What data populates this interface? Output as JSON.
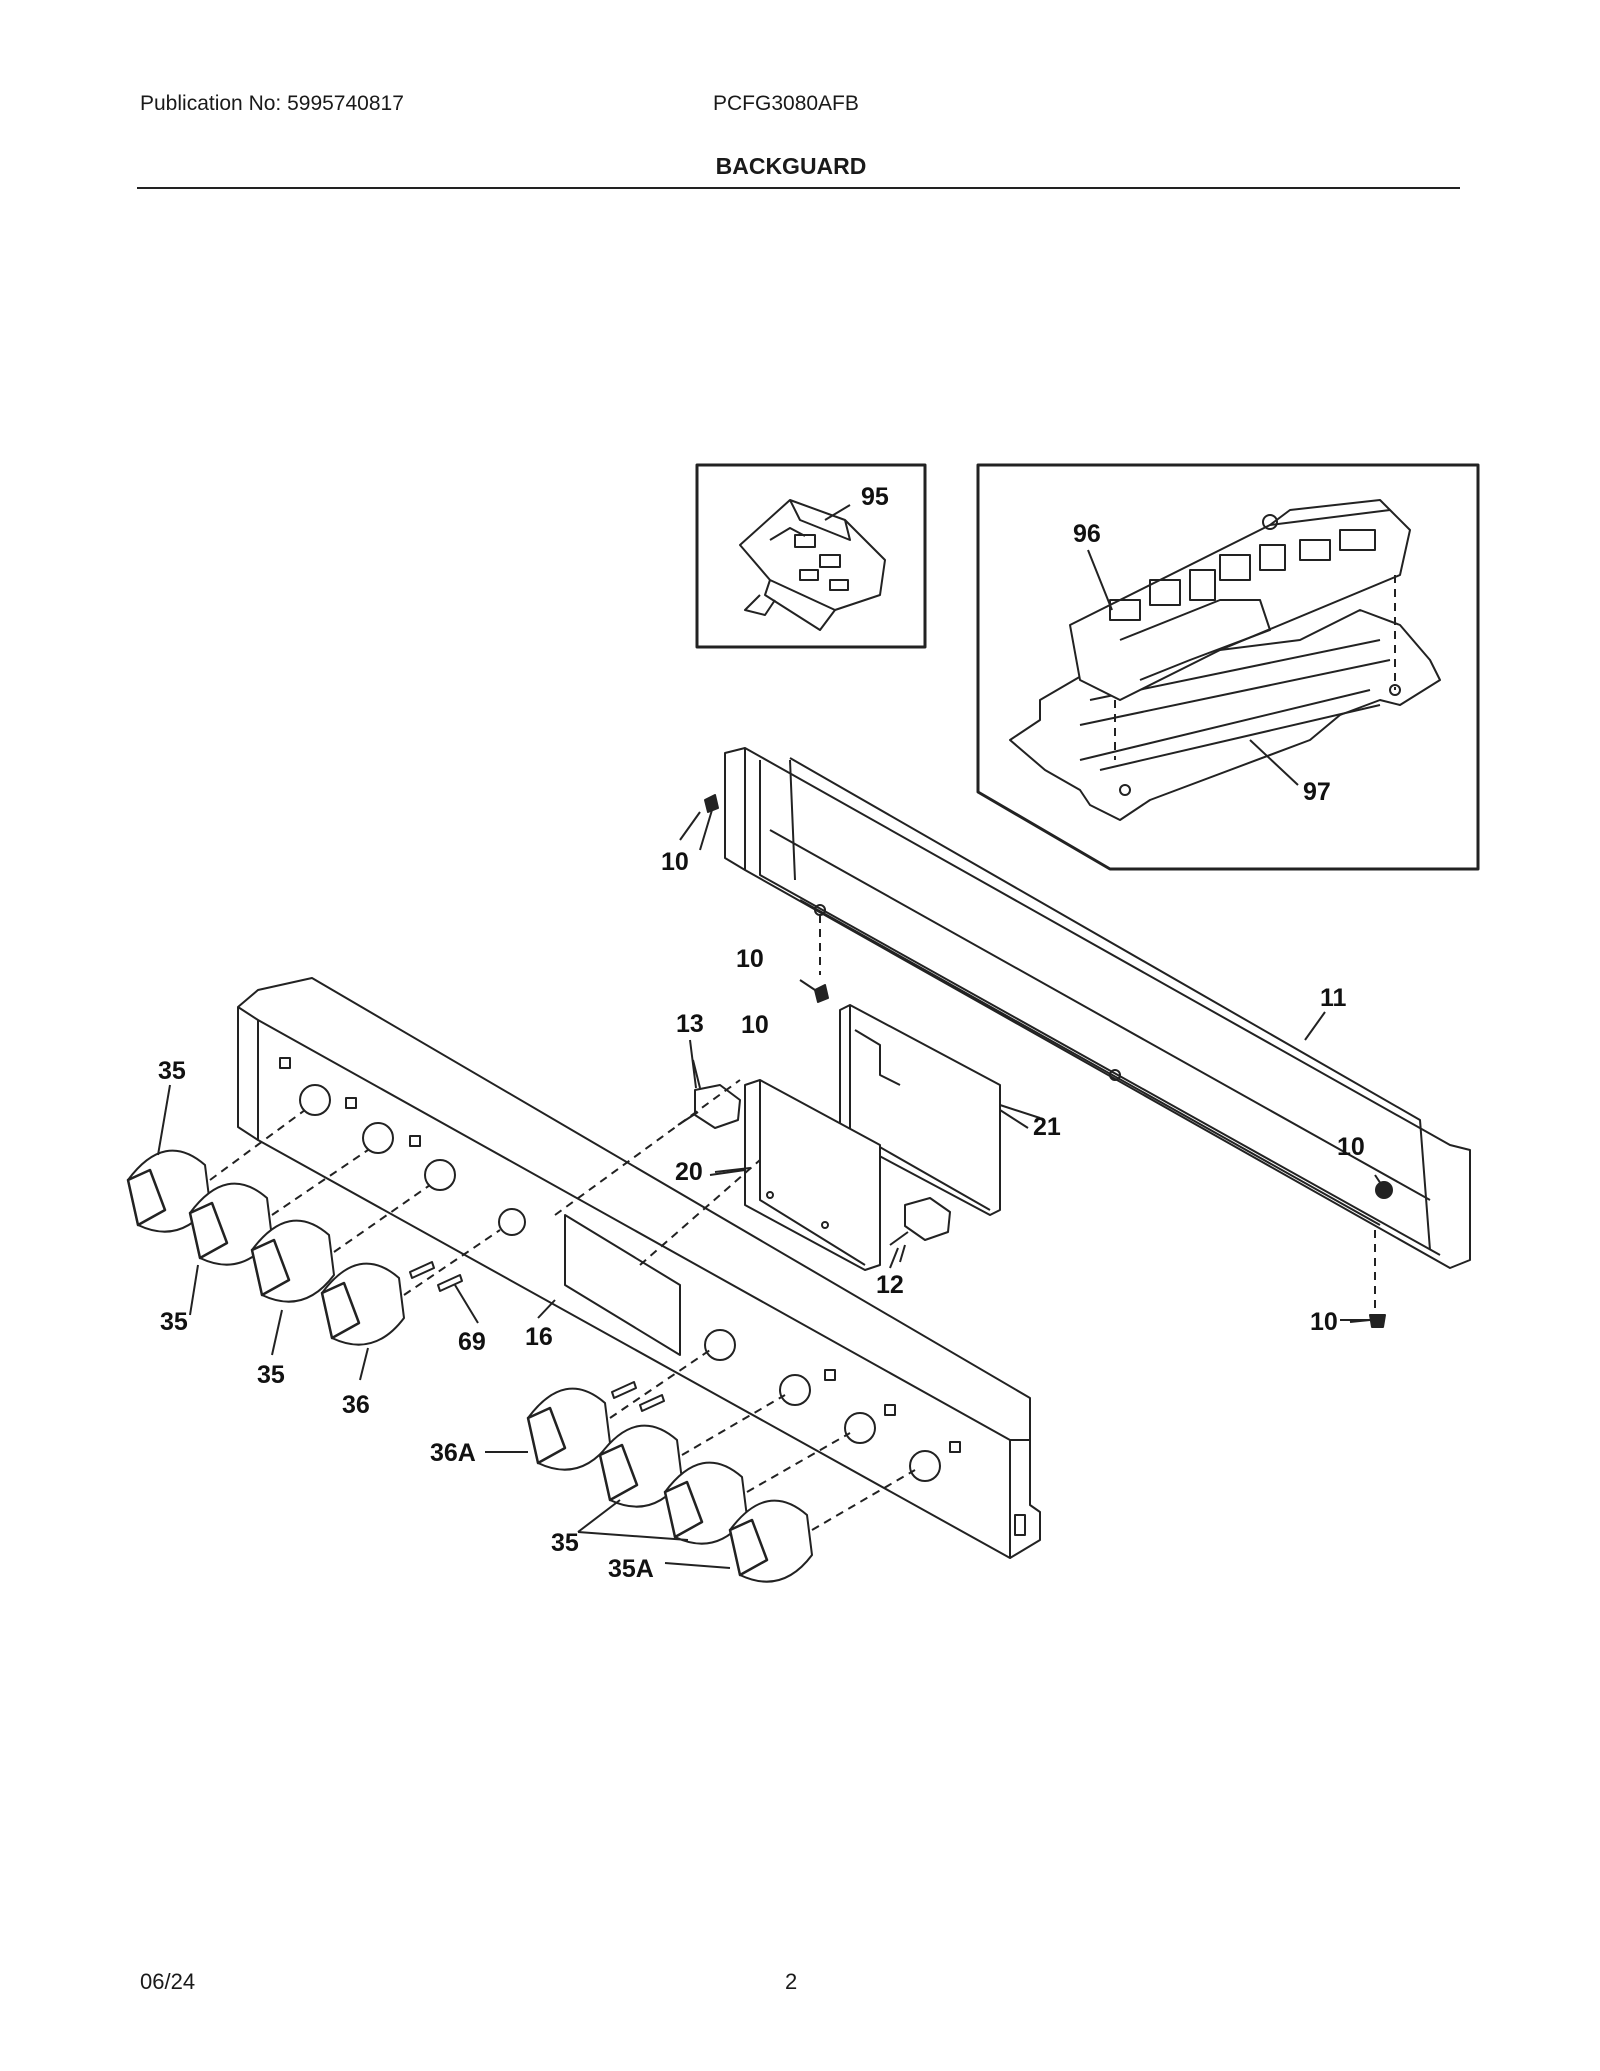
{
  "header": {
    "publication": "Publication No: 5995740817",
    "model": "PCFG3080AFB",
    "title": "BACKGUARD"
  },
  "footer": {
    "date": "06/24",
    "page": "2"
  },
  "callouts": {
    "c95": "95",
    "c96": "96",
    "c97": "97",
    "c10a": "10",
    "c10b": "10",
    "c10c": "10",
    "c10d": "10",
    "c10e": "10",
    "c11": "11",
    "c12": "12",
    "c13": "13",
    "c16": "16",
    "c20": "20",
    "c21": "21",
    "c35a": "35",
    "c35b": "35",
    "c35c": "35",
    "c35d": "35",
    "c35A": "35A",
    "c36": "36",
    "c36A": "36A",
    "c69": "69"
  }
}
